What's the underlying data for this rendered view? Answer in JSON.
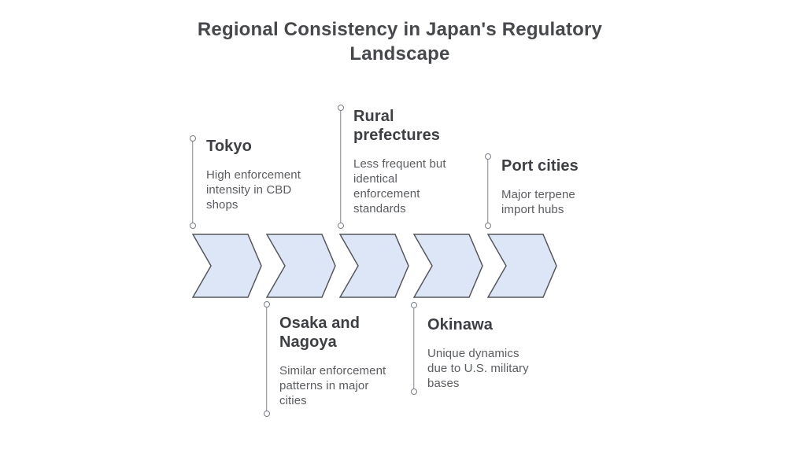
{
  "title": "Regional Consistency in Japan's Regulatory Landscape",
  "diagram_type": "horizontal-chevron-process",
  "steps": [
    {
      "id": "tokyo",
      "label_position": "top",
      "title": "Tokyo",
      "description": "High enforcement\nintensity in CBD\nshops"
    },
    {
      "id": "osaka-nagoya",
      "label_position": "bottom",
      "title": "Osaka and\nNagoya",
      "description": "Similar enforcement\npatterns in major\ncities"
    },
    {
      "id": "rural-prefectures",
      "label_position": "top",
      "title": "Rural\nprefectures",
      "description": "Less frequent but\nidentical\nenforcement\nstandards"
    },
    {
      "id": "okinawa",
      "label_position": "bottom",
      "title": "Okinawa",
      "description": "Unique dynamics\ndue to U.S. military\nbases"
    },
    {
      "id": "port-cities",
      "label_position": "top",
      "title": "Port cities",
      "description": "Major terpene\nimport hubs"
    }
  ],
  "colors": {
    "background": "#ffffff",
    "chevron_fill": "#dde6f7",
    "chevron_stroke": "#54565a",
    "connector_line": "#83868b",
    "title_text": "#46484b",
    "step_title_text": "#3d3f43",
    "step_body_text": "#5a5c60"
  }
}
